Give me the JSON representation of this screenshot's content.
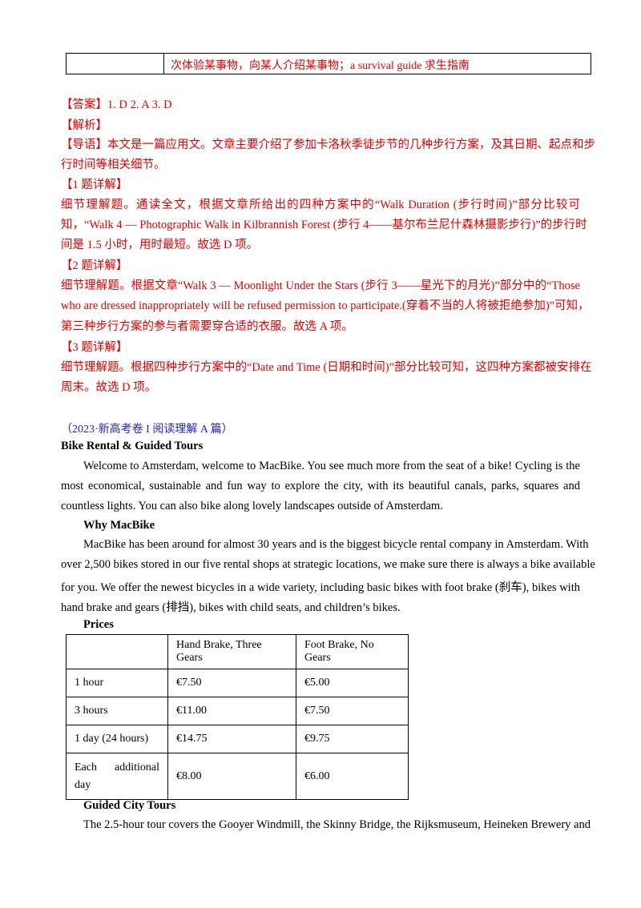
{
  "top_table": {
    "cell_text": "次体验某事物，向某人介绍某事物；a survival guide 求生指南"
  },
  "answers": {
    "answer_line": "【答案】1. D    2. A    3. D",
    "analysis_header": "【解析】",
    "intro_line1": "【导语】本文是一篇应用文。文章主要介绍了参加卡洛秋季徒步节的几种步行方案，及其日期、起点和步",
    "intro_line2": "行时间等相关细节。",
    "q1_header": "【1 题详解】",
    "q1_line1": "细节理解题。通读全文，根据文章所给出的四种方案中的“Walk Duration (步行时间)”部分比较可",
    "q1_line2": "知，“Walk 4 — Photographic Walk in Kilbrannish Forest (步行 4——基尔布兰尼什森林摄影步行)”的步行时",
    "q1_line3": "间是 1.5 小时，用时最短。故选 D 项。",
    "q2_header": "【2 题详解】",
    "q2_line1": "细节理解题。根据文章“Walk 3 — Moonlight Under the Stars (步行 3——星光下的月光)”部分中的“Those",
    "q2_line2": "who are dressed inappropriately will be refused permission to participate.(穿着不当的人将被拒绝参加)”可知，",
    "q2_line3": "第三种步行方案的参与者需要穿合适的衣服。故选 A 项。",
    "q3_header": "【3 题详解】",
    "q3_line1": "细节理解题。根据四种步行方案中的“Date and Time (日期和时间)”部分比较可知，这四种方案都被安排在",
    "q3_line2": "周末。故选 D 项。"
  },
  "passage": {
    "source": "（2023·新高考卷 I 阅读理解 A 篇）",
    "title": "Bike Rental & Guided Tours",
    "p1_line1": "Welcome to Amsterdam, welcome to MacBike. You see much more from the seat of a bike! Cycling is the",
    "p1_line2": "most economical, sustainable and fun way to explore the city, with its beautiful canals, parks, squares and",
    "p1_line3": "countless lights. You can also bike along lovely landscapes outside of Amsterdam.",
    "why_heading": "Why MacBike",
    "p2_line1": "MacBike has been around for almost 30 years and is the biggest bicycle rental company in Amsterdam. With",
    "p2_line2": "over 2,500 bikes stored in our five rental shops at strategic locations, we make sure there is always a bike available",
    "p2_line3": "for you. We offer the newest bicycles in a wide variety, including basic bikes with foot brake (刹车), bikes with",
    "p2_line4": "hand brake and gears (排挡), bikes with child seats, and children’s bikes.",
    "prices_heading": "Prices",
    "guided_heading": "Guided City Tours",
    "p3_line1": "The 2.5-hour tour covers the Gooyer Windmill, the Skinny Bridge, the Rijksmuseum, Heineken Brewery and"
  },
  "prices_table": {
    "headers": [
      "",
      "Hand Brake, Three Gears",
      "Foot Brake, No Gears"
    ],
    "rows": [
      [
        "1 hour",
        "€7.50",
        "€5.00"
      ],
      [
        "3 hours",
        "€11.00",
        "€7.50"
      ],
      [
        "1 day (24 hours)",
        "€14.75",
        "€9.75"
      ],
      [
        "Each additional day",
        "€8.00",
        "€6.00"
      ]
    ],
    "last_row_label_line1": "Each additional",
    "last_row_label_line2": "day"
  }
}
